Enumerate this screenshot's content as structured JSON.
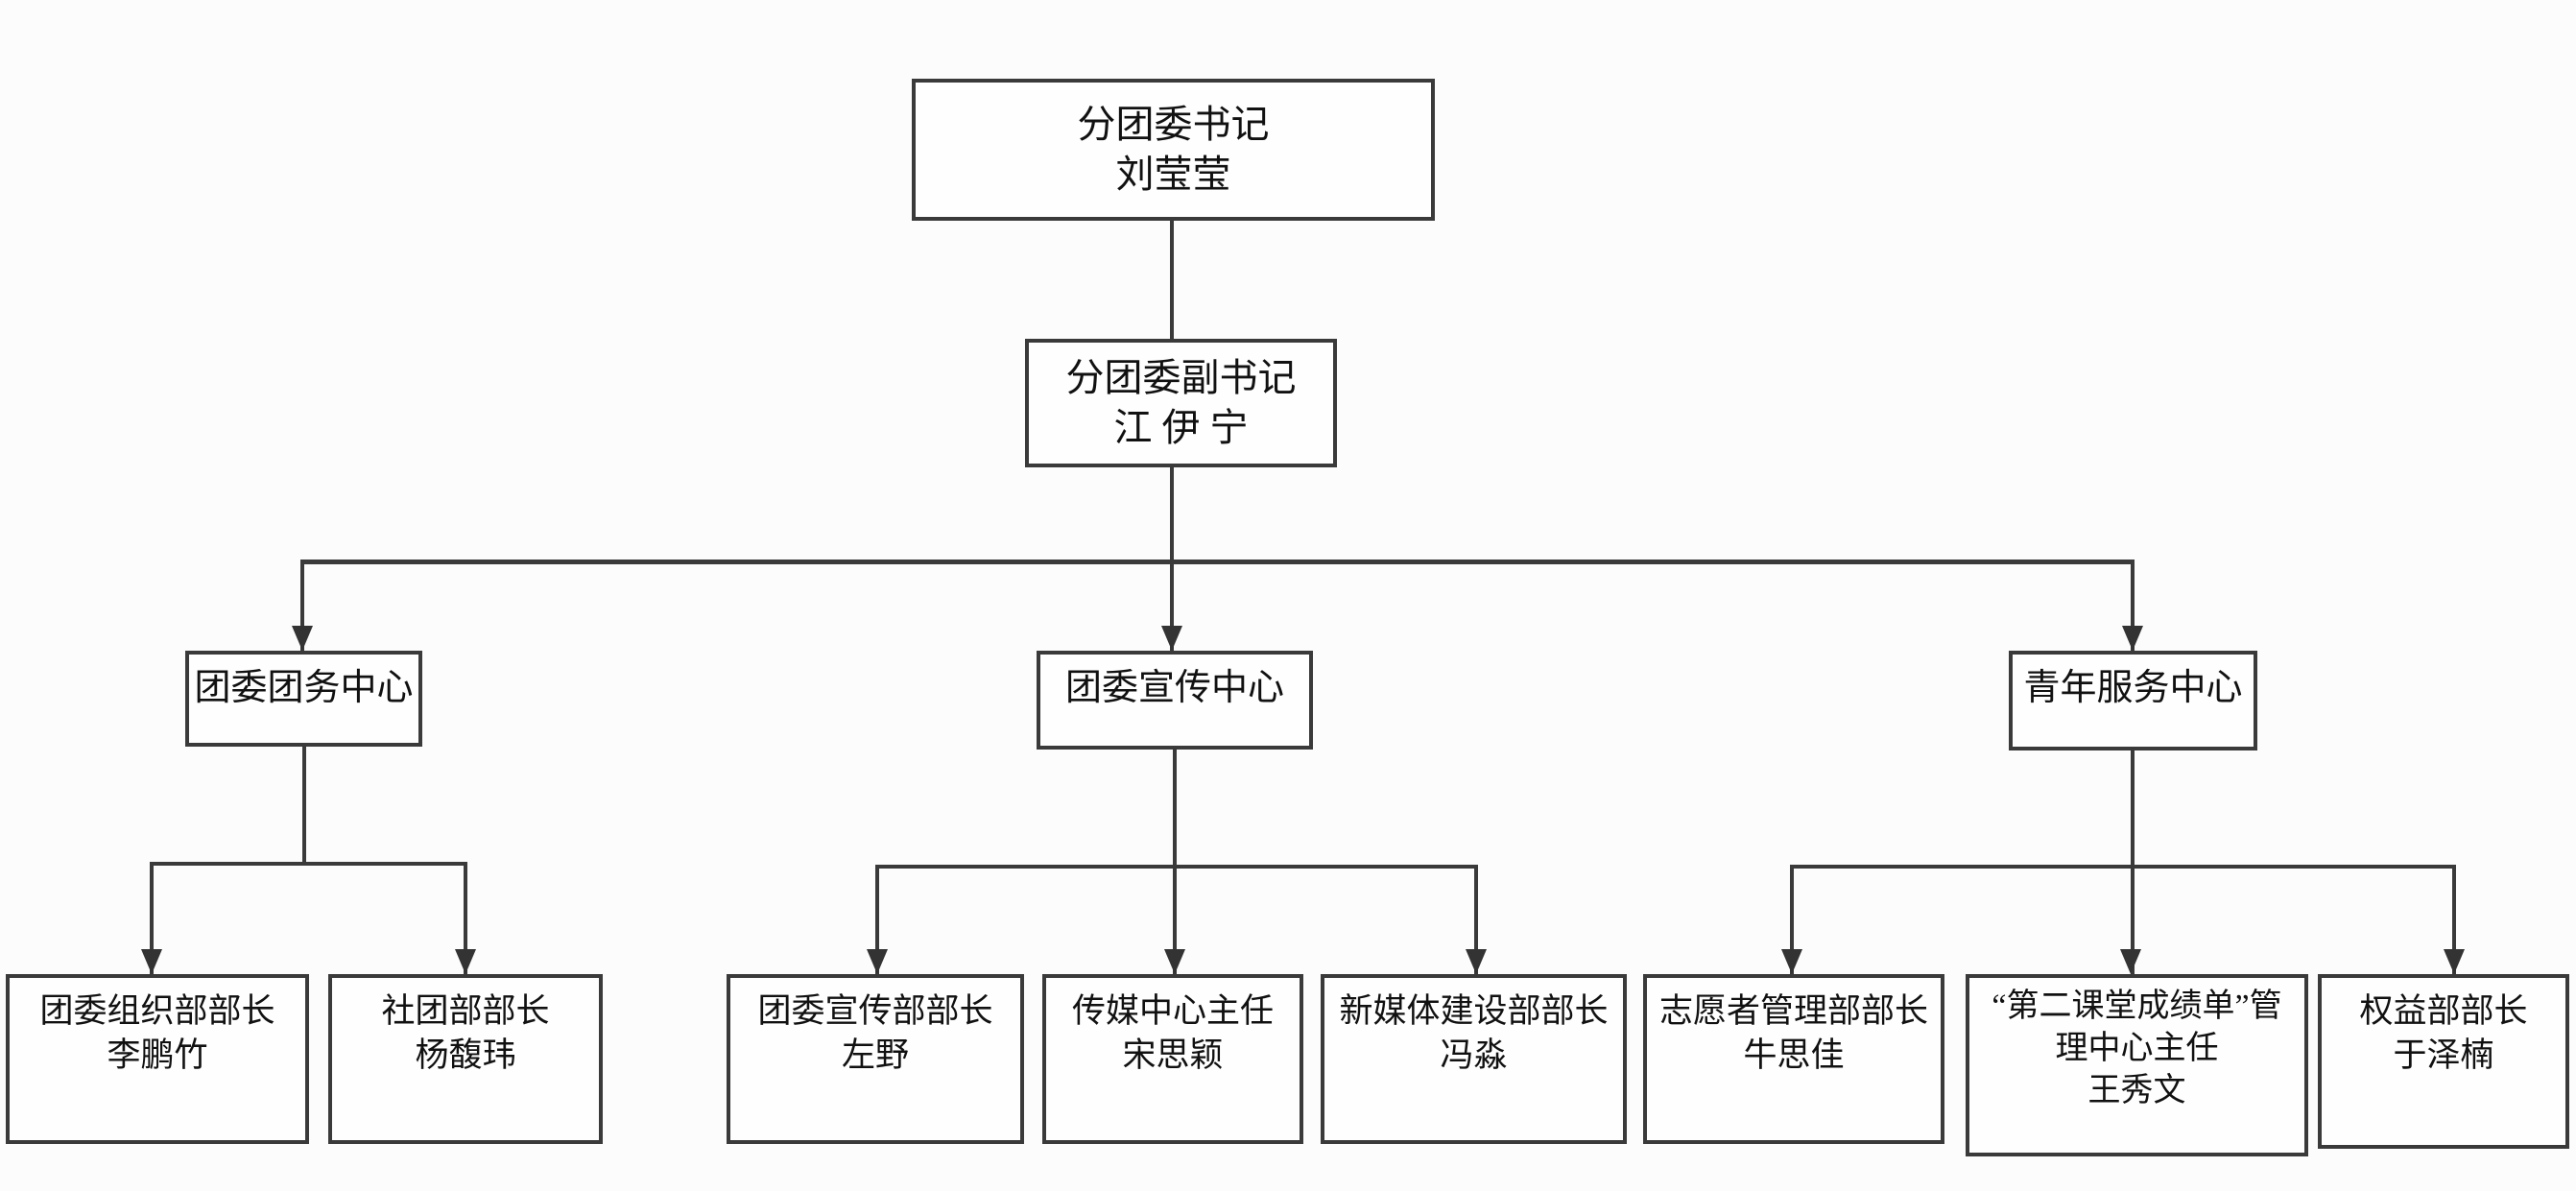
{
  "org_chart": {
    "secretary": {
      "title": "分团委书记",
      "name": "刘莹莹"
    },
    "deputy_secretary": {
      "title": "分团委副书记",
      "name": "江伊宁"
    },
    "centers": [
      {
        "label": "团委团务中心",
        "members": [
          {
            "title": "团委组织部部长",
            "name": "李鹏竹"
          },
          {
            "title": "社团部部长",
            "name": "杨馥玮"
          }
        ]
      },
      {
        "label": "团委宣传中心",
        "members": [
          {
            "title": "团委宣传部部长",
            "name": "左野"
          },
          {
            "title": "传媒中心主任",
            "name": "宋思颖"
          },
          {
            "title": "新媒体建设部部长",
            "name": "冯淼"
          }
        ]
      },
      {
        "label": "青年服务中心",
        "members": [
          {
            "title": "志愿者管理部部长",
            "name": "牛思佳"
          },
          {
            "title": "“第二课堂成绩单”管理中心主任",
            "name": "王秀文"
          },
          {
            "title": "权益部部长",
            "name": "于泽楠"
          }
        ]
      }
    ]
  },
  "colors": {
    "line": "#3a3a3a",
    "box_border": "#3a3a3a",
    "box_background": "#fefefe",
    "page_background": "#fcfcfc",
    "text": "#111111"
  }
}
